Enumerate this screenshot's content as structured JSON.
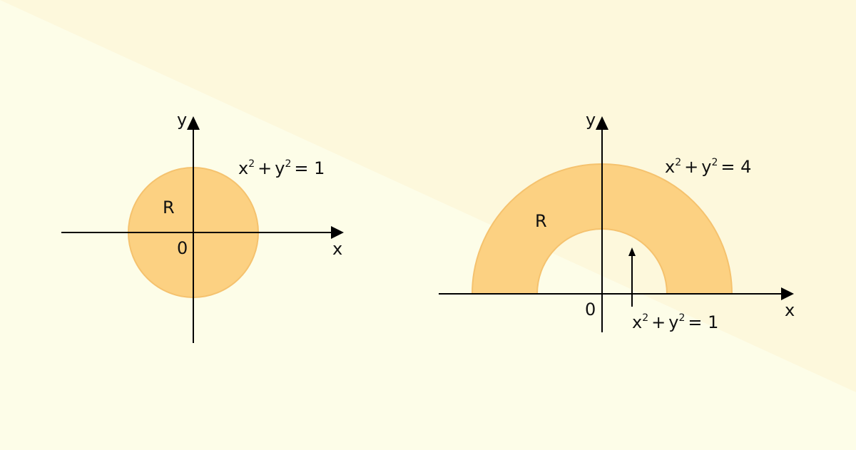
{
  "background": {
    "base": "#fdfde8",
    "band": "#fdf8dc"
  },
  "colors": {
    "region_fill": "#fcd182",
    "region_stroke": "#f5c26e",
    "axis": "#000000"
  },
  "left_diagram": {
    "axis_y_label": "y",
    "axis_x_label": "x",
    "origin_label": "0",
    "region_label": "R",
    "equation": {
      "x": "x",
      "x_exp": "2",
      "plus": "+",
      "y": "y",
      "y_exp": "2",
      "rhs": "= 1"
    }
  },
  "right_diagram": {
    "axis_y_label": "y",
    "axis_x_label": "x",
    "origin_label": "0",
    "region_label": "R",
    "outer_equation": {
      "x": "x",
      "x_exp": "2",
      "plus": "+",
      "y": "y",
      "y_exp": "2",
      "rhs": "= 4"
    },
    "inner_equation": {
      "x": "x",
      "x_exp": "2",
      "plus": "+",
      "y": "y",
      "y_exp": "2",
      "rhs": "= 1"
    }
  }
}
